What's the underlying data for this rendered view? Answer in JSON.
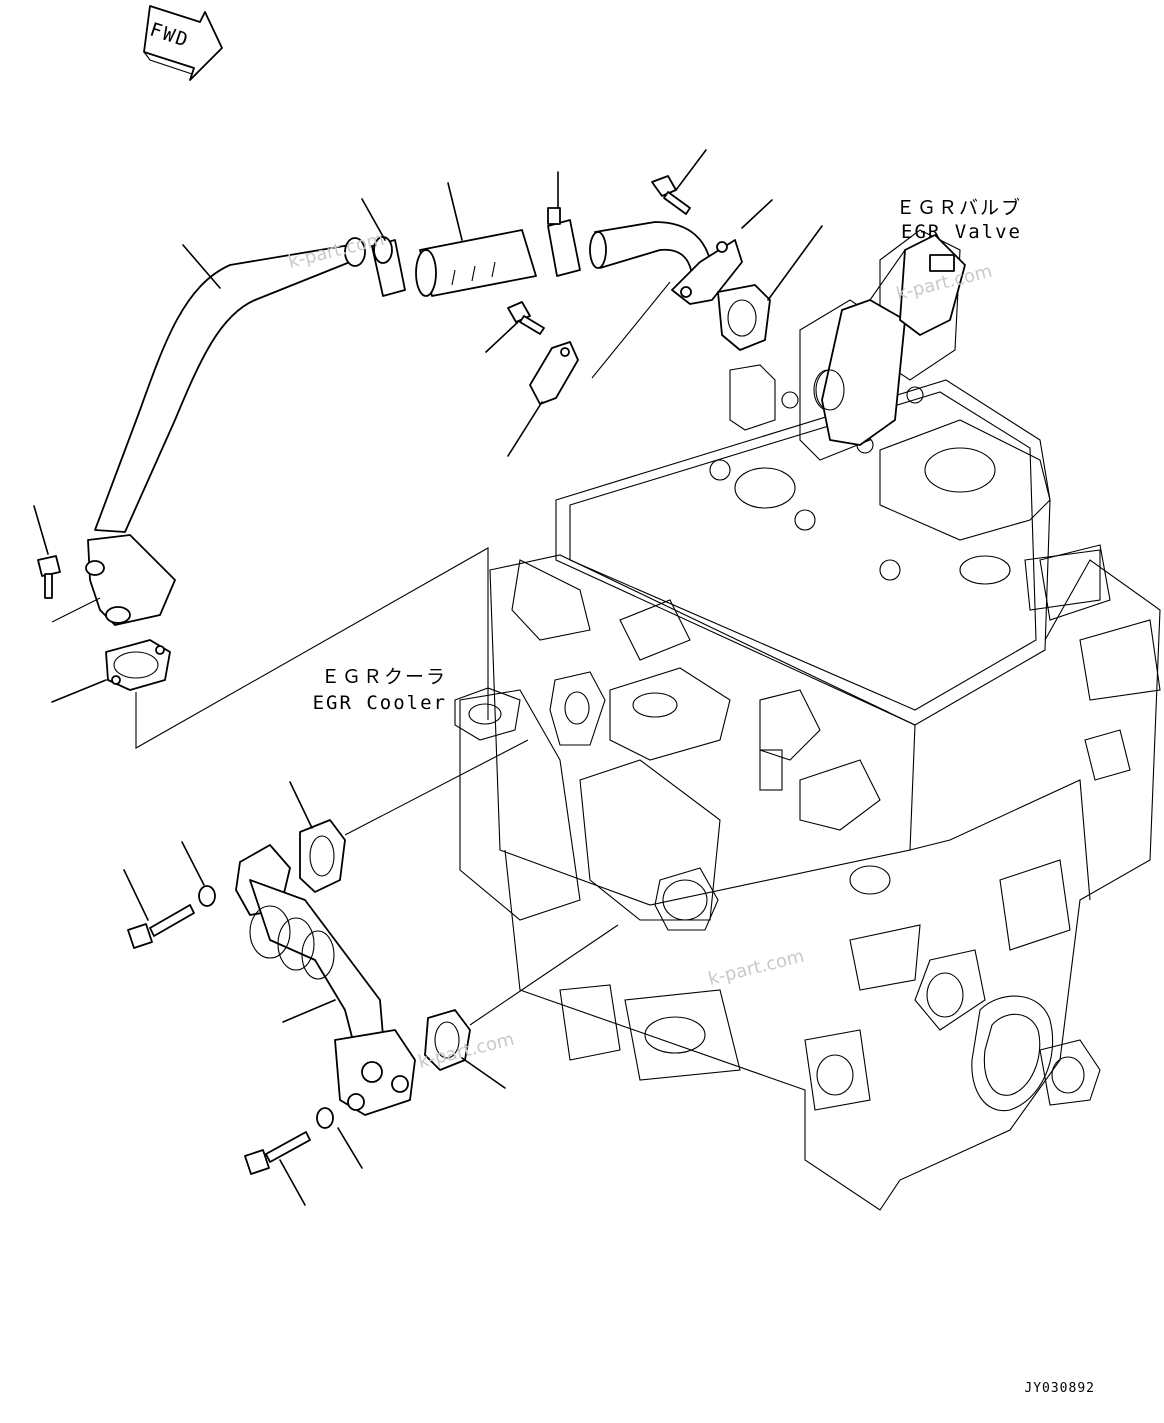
{
  "fwd_label": "FWD",
  "labels": {
    "egr_valve_jp": "ＥＧＲバルブ",
    "egr_valve_en": "EGR Valve",
    "egr_cooler_jp": "ＥＧＲクーラ",
    "egr_cooler_en": "EGR Cooler"
  },
  "watermark": "k-part.com",
  "figure_code": "JY030892"
}
